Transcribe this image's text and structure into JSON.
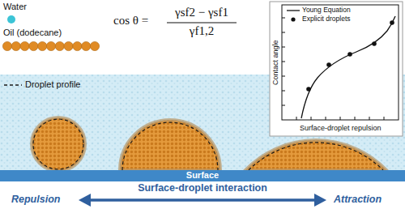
{
  "diagram": {
    "nodes": [
      {
        "text": [
          "Surface"
        ]
      },
      {
        "text": [
          "Surface-droplet interaction"
        ]
      }
    ],
    "labels": [
      "cos θ =",
      "γsf2 − γsf1",
      "γf1,2",
      "Contact angle",
      "Surface-droplet repulsion",
      "Repulsion",
      "Attraction"
    ],
    "legend": [
      {
        "text": "Water",
        "color": "#3cc4d6"
      },
      {
        "text": "Oil (dodecane)",
        "color": "#e08b25"
      },
      {
        "text": "Droplet profile"
      },
      {
        "text": "Young Equation"
      },
      {
        "text": "Explicit droplets"
      }
    ]
  }
}
